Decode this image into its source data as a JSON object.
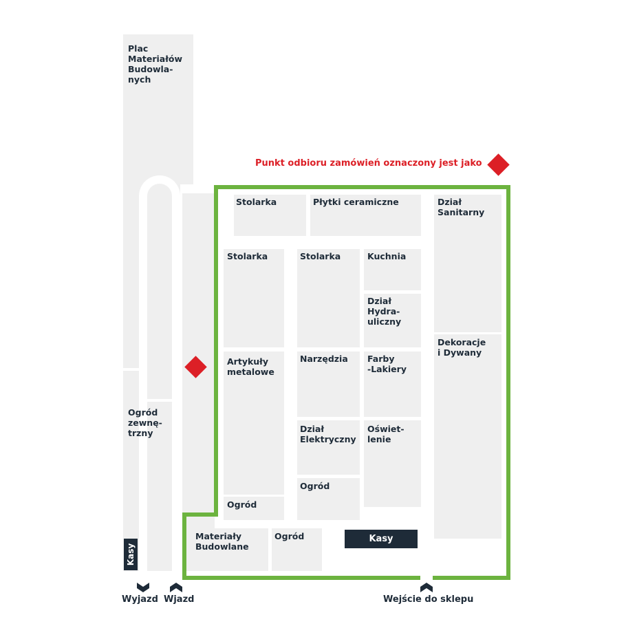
{
  "legend": {
    "note": "Punkt odbioru zamówień oznaczony jest jako",
    "marker_color": "#dc1f26"
  },
  "colors": {
    "store_outline": "#6cb33f",
    "zone_fill": "#efefef",
    "text": "#1e2b38",
    "accent": "#dc1f26"
  },
  "outdoor": {
    "plac": "Plac\nMateriałów\nBudowla-\nnych",
    "ogrod_zewnetrzny": "Ogród\nzewnę-\ntrzny",
    "kasy": "Kasy"
  },
  "departments": {
    "stolarka_1": "Stolarka",
    "plytki": "Płytki ceramiczne",
    "sanitarny": "Dział\nSanitarny",
    "stolarka_2": "Stolarka",
    "stolarka_3": "Stolarka",
    "kuchnia": "Kuchnia",
    "hydrauliczny": "Dział\nHydra-\nuliczny",
    "dekoracje": "Dekoracje\ni Dywany",
    "artykuly": "Artykuły\nmetalowe",
    "narzedzia": "Narzędzia",
    "farby": "Farby\n-Lakiery",
    "elektryczny": "Dział\nElektryczny",
    "oswietlenie": "Oświet-\nlenie",
    "ogrod_1": "Ogród",
    "ogrod_2": "Ogród",
    "materialy": "Materiały\nBudowlane",
    "ogrod_3": "Ogród",
    "kasy": "Kasy"
  },
  "gates": {
    "wyjazd": "Wyjazd",
    "wjazd": "Wjazd",
    "wejscie": "Wejście do sklepu"
  },
  "icons": {
    "pickup": "red-diamond-icon",
    "exit": "chevron-down-icon",
    "entry": "chevron-up-icon"
  }
}
